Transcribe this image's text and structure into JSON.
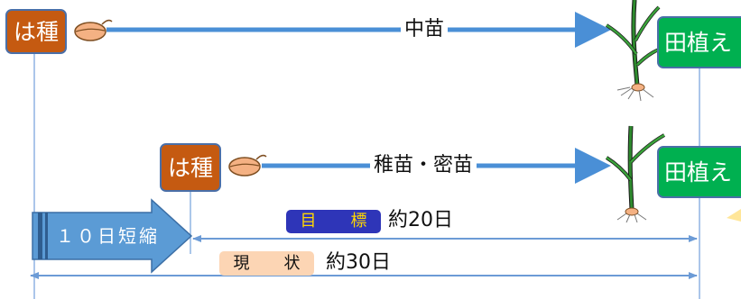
{
  "stages": {
    "sowing": "は種",
    "planting": "田植え"
  },
  "row_top": {
    "seedling": "中苗"
  },
  "row_bottom": {
    "seedling": "稚苗・密苗"
  },
  "durations": {
    "target": {
      "label": "目　標",
      "days": "約20日"
    },
    "current": {
      "label": "現　状",
      "days": "約30日"
    }
  },
  "shortening": "１０日短縮",
  "colors": {
    "sowing_box": "#c55a11",
    "planting_box": "#00b050",
    "arrow": "#4a8fd6",
    "target_pill": "#2e35b8",
    "target_text": "#ffd700",
    "current_pill": "#fcd5b4",
    "guide_line": "#8fb4e3"
  },
  "icons": [
    "seed-icon",
    "rice-seedling-icon"
  ]
}
